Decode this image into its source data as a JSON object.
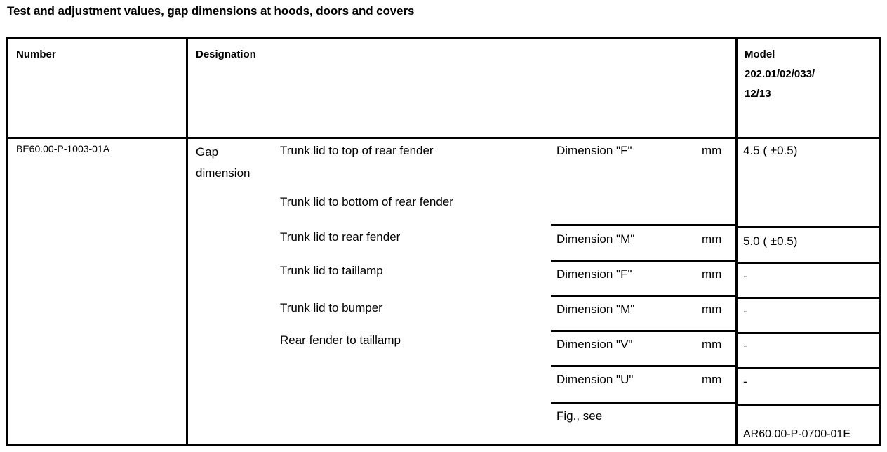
{
  "document": {
    "title": "Test and adjustment values, gap dimensions at hoods, doors and covers"
  },
  "table": {
    "headers": {
      "number": "Number",
      "designation": "Designation",
      "model_line1": "Model",
      "model_line2": "202.01/02/033/",
      "model_line3": "12/13"
    },
    "row": {
      "number": "BE60.00-P-1003-01A",
      "group_label_line1": "Gap",
      "group_label_line2": "dimension",
      "entries": [
        {
          "description": "Trunk lid to top of rear fender",
          "dimension": "Dimension \"F\"",
          "unit": "mm",
          "value": "4.5 ( ±0.5)"
        },
        {
          "description": "Trunk lid to bottom of rear fender",
          "dimension": "Dimension \"M\"",
          "unit": "mm",
          "value": "5.0 ( ±0.5)"
        },
        {
          "description": "Trunk lid to rear fender",
          "dimension": "Dimension \"F\"",
          "unit": "mm",
          "value": "-"
        },
        {
          "description": "Trunk lid to taillamp",
          "dimension": "Dimension \"M\"",
          "unit": "mm",
          "value": "-"
        },
        {
          "description": "Trunk lid to bumper",
          "dimension": "Dimension \"V\"",
          "unit": "mm",
          "value": "-"
        },
        {
          "description": "Rear fender to taillamp",
          "dimension": "Dimension \"U\"",
          "unit": "mm",
          "value": "-"
        }
      ],
      "figure": {
        "label": "Fig., see",
        "reference": "AR60.00-P-0700-01E"
      }
    }
  },
  "colors": {
    "background": "#ffffff",
    "text": "#000000",
    "border": "#000000"
  }
}
